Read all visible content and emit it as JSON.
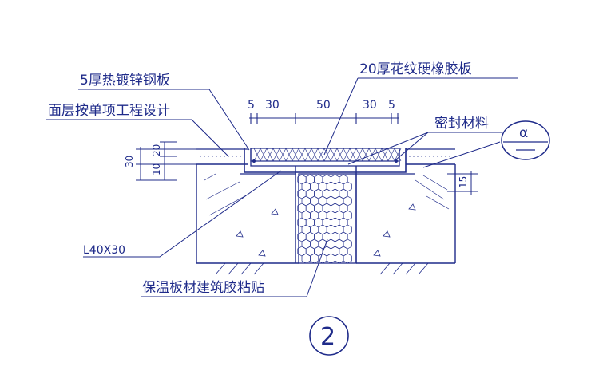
{
  "labels": {
    "galvanized_plate": "5厚热镀锌钢板",
    "surface_layer": "面层按单项工程设计",
    "rubber_plate": "20厚花纹硬橡胶板",
    "sealant": "密封材料",
    "angle_steel": "L40X30",
    "insulation_adhesive": "保温板材建筑胶粘贴"
  },
  "dimensions": {
    "top_5_left": "5",
    "top_30_left": "30",
    "top_50": "50",
    "top_30_right": "30",
    "top_5_right": "5",
    "left_30": "30",
    "left_20": "20",
    "left_10": "10",
    "right_15": "15"
  },
  "callout": {
    "symbol": "α",
    "detail_number": "2"
  },
  "colors": {
    "ink": "#1f2b8a",
    "background": "#ffffff"
  }
}
